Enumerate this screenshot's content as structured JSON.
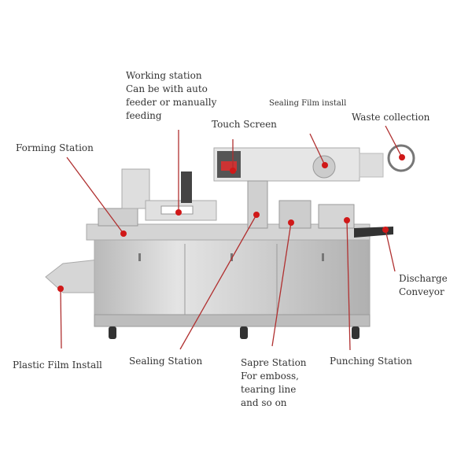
{
  "labels": {
    "working_station": [
      "Working station",
      "Can be with auto",
      "feeder or manually",
      "feeding"
    ],
    "sealing_film_install": "Sealing Film install",
    "touch_screen": "Touch Screen",
    "waste_collection": "Waste collection",
    "forming_station": "Forming Station",
    "discharge_conveyor": [
      "Discharge",
      "Conveyor"
    ],
    "plastic_film_install": "Plastic Film Install",
    "sealing_station": "Sealing Station",
    "sapre_station": [
      "Sapre Station",
      "For emboss,",
      "tearing line",
      "and so on"
    ],
    "punching_station": "Punching Station"
  },
  "colors": {
    "leader_line": "#b03030",
    "marker_dot": "#d01818",
    "machine_steel": "#c8c8c8"
  }
}
